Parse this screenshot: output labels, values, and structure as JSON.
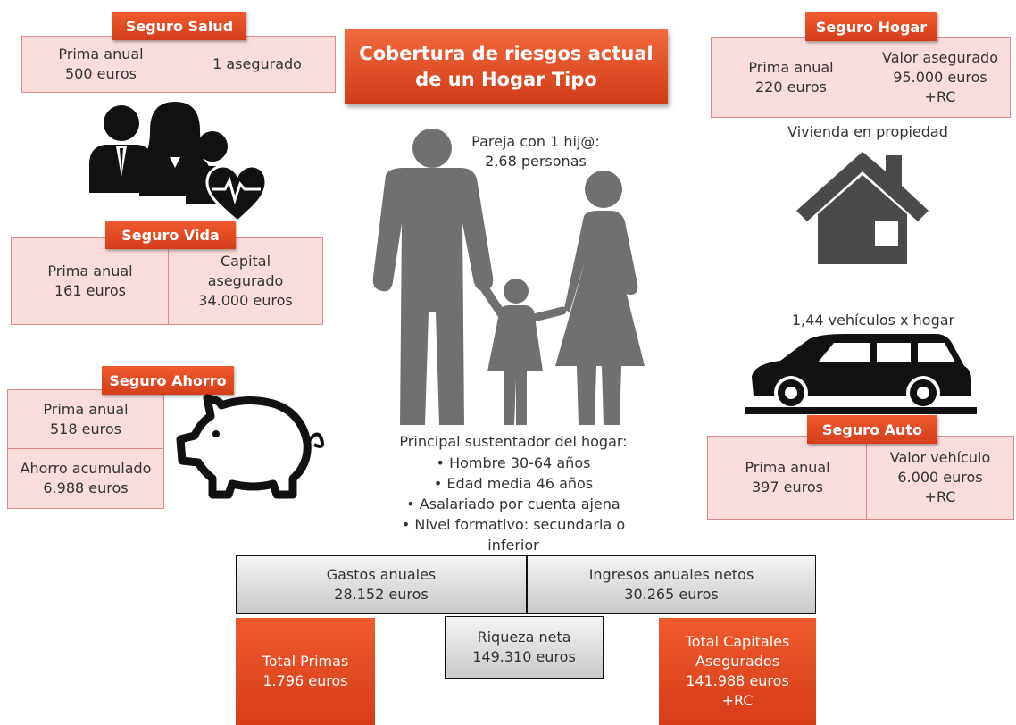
{
  "title": "Cobertura de riesgos actual\nde un Hogar Tipo",
  "salud": {
    "tag": "Seguro Salud",
    "prima": "Prima anual\n500 euros",
    "detalle": "1 asegurado"
  },
  "vida": {
    "tag": "Seguro Vida",
    "prima": "Prima anual\n161 euros",
    "capital": "Capital\nasegurado\n34.000 euros"
  },
  "ahorro": {
    "tag": "Seguro Ahorro",
    "prima": "Prima anual\n518 euros",
    "acumulado": "Ahorro acumulado\n6.988 euros"
  },
  "hogar": {
    "tag": "Seguro Hogar",
    "prima": "Prima anual\n220 euros",
    "valor": "Valor asegurado\n95.000 euros\n+RC",
    "vivienda": "Vivienda en propiedad"
  },
  "auto": {
    "tag": "Seguro Auto",
    "prima": "Prima anual\n397 euros",
    "valor": "Valor vehículo\n6.000 euros\n+RC",
    "vehiculos": "1,44 vehículos x hogar"
  },
  "familia": {
    "pareja": "Pareja con 1 hij@:\n2,68 personas",
    "sustentador": "Principal sustentador del hogar:",
    "items": [
      "Hombre 30-64 años",
      "Edad media 46 años",
      "Asalariado por cuenta ajena",
      "Nivel formativo: secundaria o inferior"
    ]
  },
  "resumen": {
    "gastos": "Gastos anuales\n28.152 euros",
    "ingresos": "Ingresos anuales netos\n30.265 euros",
    "riqueza": "Riqueza neta\n149.310 euros",
    "total_primas": "Total Primas\n1.796 euros",
    "total_capitales": "Total Capitales\nAsegurados\n141.988 euros\n+RC"
  },
  "colors": {
    "accent": "#e24a22",
    "cell_bg": "#fbdcdc",
    "cell_border": "#d98b8b",
    "icon": "#111111",
    "family": "#707070"
  },
  "icons": [
    "people-heart-icon",
    "family-icon",
    "house-icon",
    "car-icon",
    "piggy-bank-icon"
  ]
}
